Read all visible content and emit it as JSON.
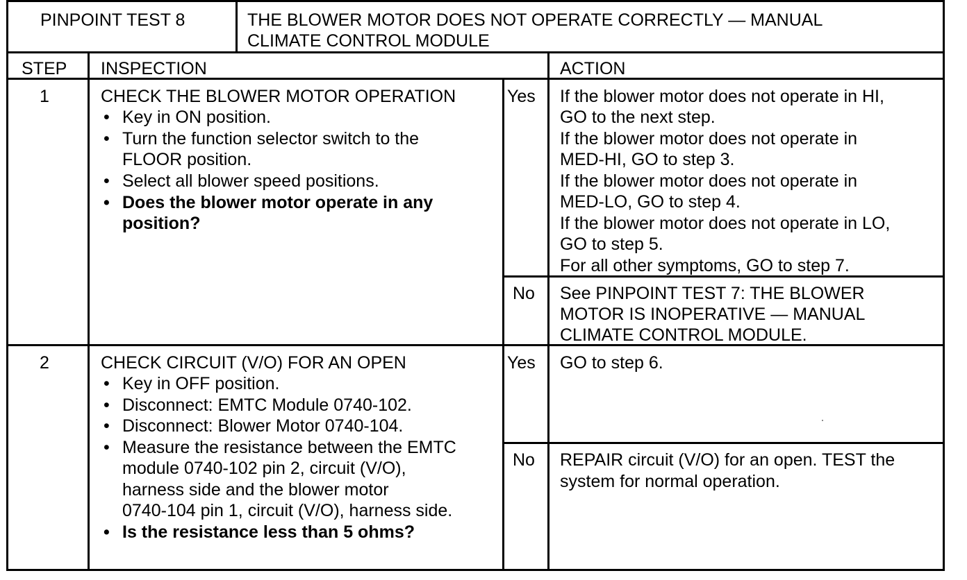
{
  "header": {
    "test_label": "PINPOINT TEST 8",
    "title_line1": "THE BLOWER MOTOR DOES NOT OPERATE CORRECTLY — MANUAL",
    "title_line2": "CLIMATE CONTROL MODULE"
  },
  "columns": {
    "step": "STEP",
    "inspection": "INSPECTION",
    "action": "ACTION"
  },
  "steps": [
    {
      "number": "1",
      "heading": "CHECK THE BLOWER MOTOR OPERATION",
      "bullets": [
        "Key in ON position.",
        "Turn the function selector switch to the",
        "FLOOR position.",
        "Select all blower speed positions.",
        "Does the blower motor operate in any",
        "position?"
      ],
      "yes_label": "Yes",
      "yes_action": [
        "If the blower motor does not operate in HI,",
        "GO to the next step.",
        "If the blower motor does not operate in",
        "MED-HI, GO to step 3.",
        "If the blower motor does not operate in",
        "MED-LO, GO to step 4.",
        "If the blower motor does not operate in LO,",
        "GO to step 5.",
        "For all other symptoms, GO to step 7."
      ],
      "no_label": "No",
      "no_action": [
        "See PINPOINT TEST 7: THE BLOWER",
        "MOTOR IS INOPERATIVE — MANUAL",
        "CLIMATE CONTROL MODULE."
      ]
    },
    {
      "number": "2",
      "heading": "CHECK CIRCUIT (V/O) FOR AN OPEN",
      "bullets": [
        "Key in OFF position.",
        "Disconnect: EMTC Module 0740-102.",
        "Disconnect: Blower Motor 0740-104.",
        "Measure the resistance between the EMTC",
        "module 0740-102 pin 2, circuit (V/O),",
        "harness side and the blower motor",
        "0740-104 pin 1, circuit (V/O), harness side.",
        "Is the resistance less than 5 ohms?"
      ],
      "yes_label": "Yes",
      "yes_action": [
        "GO to step 6."
      ],
      "no_label": "No",
      "no_action": [
        "REPAIR circuit (V/O) for an open. TEST the",
        "system for normal operation."
      ]
    }
  ]
}
